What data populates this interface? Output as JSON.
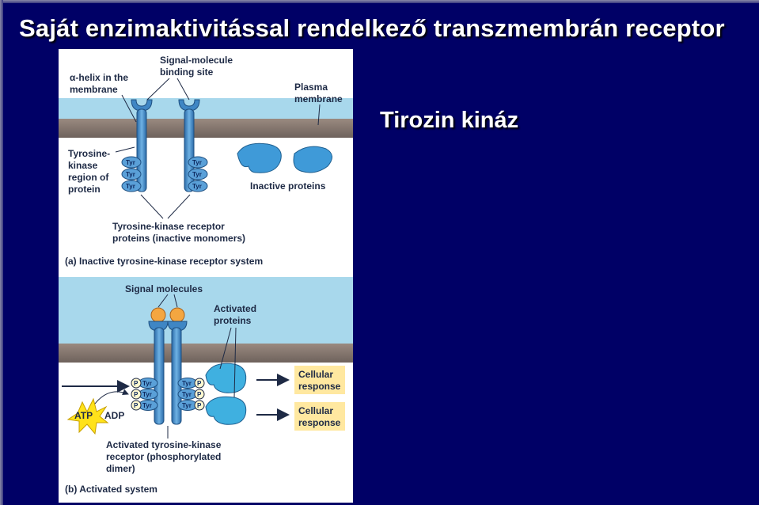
{
  "slide": {
    "title": "Saját enzimaktivitással rendelkező transzmembrán receptor",
    "subtitle": "Tirozin kináz"
  },
  "figure_a": {
    "alpha_helix_label": [
      "α-helix in the",
      "membrane"
    ],
    "binding_site_label": [
      "Signal-molecule",
      "binding site"
    ],
    "plasma_membrane_label": [
      "Plasma",
      "membrane"
    ],
    "tk_region_label": [
      "Tyrosine-",
      "kinase",
      "region of",
      "protein"
    ],
    "inactive_proteins_label": "Inactive proteins",
    "monomers_label": [
      "Tyrosine-kinase receptor",
      "proteins (inactive monomers)"
    ],
    "caption": "(a) Inactive tyrosine-kinase receptor system",
    "tyr": "Tyr"
  },
  "figure_b": {
    "signal_molecules_label": "Signal molecules",
    "activated_proteins_label": [
      "Activated",
      "proteins"
    ],
    "cellular_response_1": [
      "Cellular",
      "response"
    ],
    "cellular_response_2": [
      "Cellular",
      "response"
    ],
    "atp": "ATP",
    "adp": "ADP",
    "phosphate": "P",
    "dimer_label": [
      "Activated tyrosine-kinase",
      "receptor (phosphorylated",
      "dimer)"
    ],
    "caption": "(b) Activated system",
    "tyr": "Tyr"
  },
  "colors": {
    "background": "#000066",
    "extracellular": "#a8d8ec",
    "membrane": "#8a7a72",
    "receptor": "#3f86c4",
    "response_box": "#ffe8a0"
  }
}
